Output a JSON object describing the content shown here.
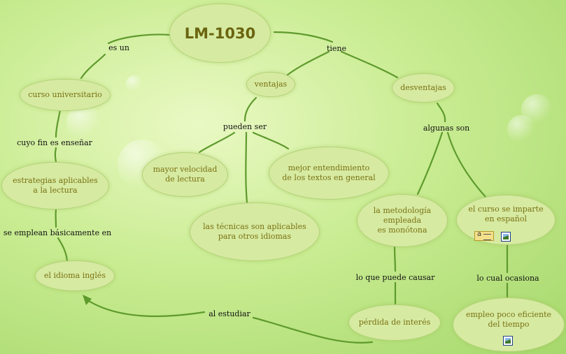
{
  "colors": {
    "background": "#c9ec92",
    "node_fill": "#d6eaa2",
    "node_text": "#7a7212",
    "link": "#5e9a2c",
    "label_text": "#111111"
  },
  "nodes": {
    "root": "LM-1030",
    "curso": "curso universitario",
    "estrategias": "estrategias aplicables\na la lectura",
    "idioma": "el idioma inglés",
    "ventajas": "ventajas",
    "desventajas": "desventajas",
    "velocidad": "mayor velocidad\nde lectura",
    "entendimiento": "mejor entendimiento\nde los textos en general",
    "tecnicas": "las técnicas son aplicables\npara otros idiomas",
    "metodologia": "la metodología\nempleada\nes monótona",
    "espanol": "el curso se imparte\nen español",
    "perdida": "pérdida de interés",
    "empleo": "empleo poco eficiente\ndel tiempo"
  },
  "links": {
    "es_un": "es un",
    "tiene": "tiene",
    "cuyo_fin": "cuyo fin es enseñar",
    "se_emplean": "se emplean básicamente en",
    "pueden_ser": "pueden ser",
    "algunas_son": "algunas son",
    "lo_que_puede": "lo que puede causar",
    "lo_cual": "lo cual ocasiona",
    "al_estudiar": "al estudiar"
  },
  "icons": [
    "text-doc-icon",
    "image-icon",
    "image-icon"
  ]
}
